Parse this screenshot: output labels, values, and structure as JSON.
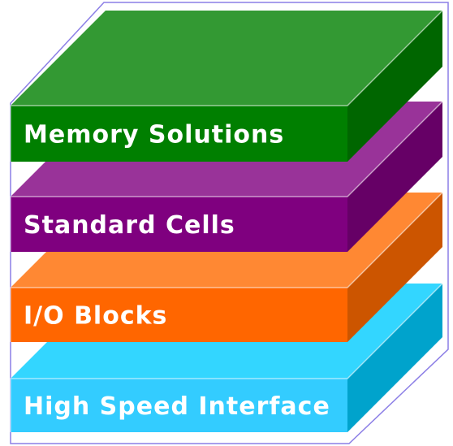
{
  "diagram": {
    "outline_color": "#8c7fe6",
    "layers": [
      {
        "label": "Memory Solutions",
        "front_color": "#007f00",
        "top_color": "#339933",
        "side_color": "#006600"
      },
      {
        "label": "Standard Cells",
        "front_color": "#7f007f",
        "top_color": "#993399",
        "side_color": "#660066"
      },
      {
        "label": "I/O Blocks",
        "front_color": "#ff6600",
        "top_color": "#ff8833",
        "side_color": "#cc5500"
      },
      {
        "label": "High Speed Interface",
        "front_color": "#33ccff",
        "top_color": "#33d6ff",
        "side_color": "#00a3cc"
      }
    ]
  }
}
